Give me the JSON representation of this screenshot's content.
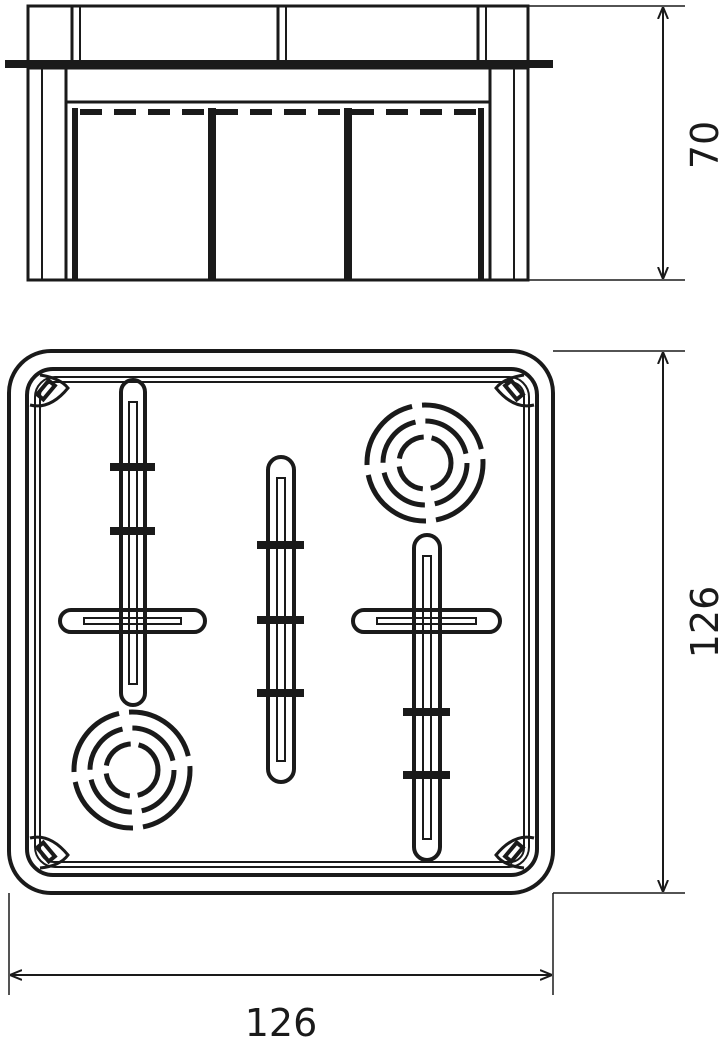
{
  "dimensions": {
    "height": "70",
    "depth": "126",
    "width": "126"
  },
  "colors": {
    "line": "#1a1a1a",
    "background": "#ffffff"
  }
}
